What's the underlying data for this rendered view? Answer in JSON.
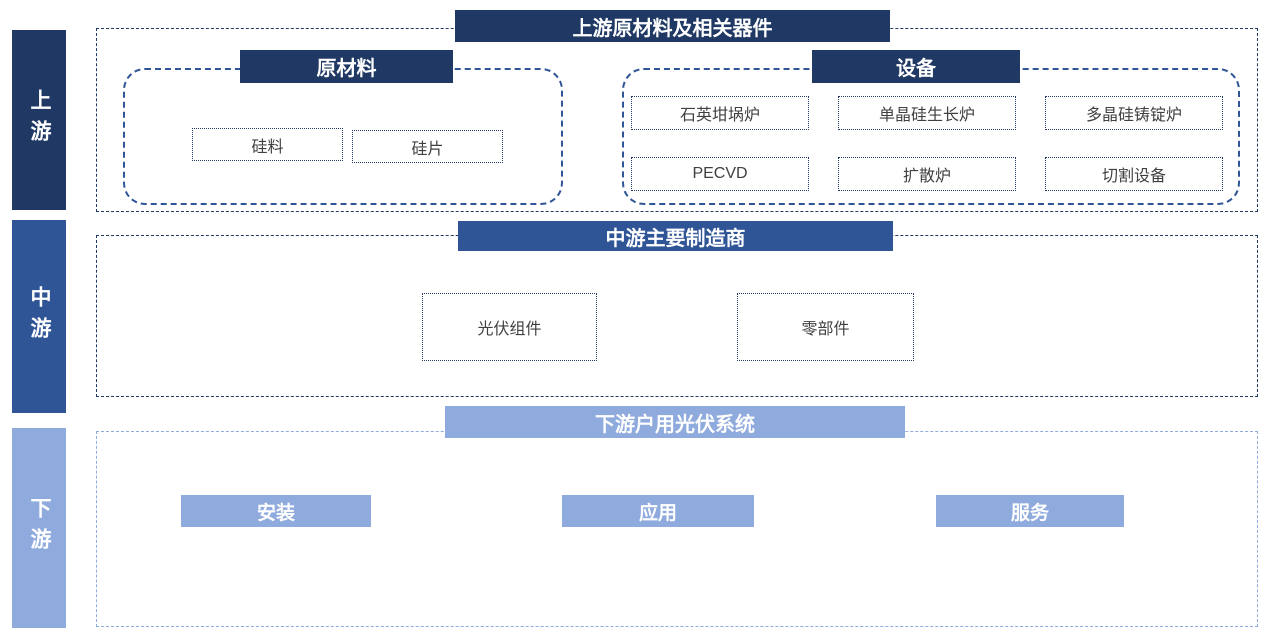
{
  "colors": {
    "dark_navy": "#1F3864",
    "mid_blue": "#2F5597",
    "light_blue": "#8FAADC",
    "item_text": "#404040"
  },
  "rail": {
    "upstream": "上游",
    "midstream": "中游",
    "downstream": "下游"
  },
  "upstream": {
    "title": "上游原材料及相关器件",
    "groups": [
      {
        "title": "原材料",
        "items": [
          "硅料",
          "硅片"
        ]
      },
      {
        "title": "设备",
        "items": [
          "石英坩埚炉",
          "单晶硅生长炉",
          "多晶硅铸锭炉",
          "PECVD",
          "扩散炉",
          "切割设备"
        ]
      }
    ]
  },
  "midstream": {
    "title": "中游主要制造商",
    "items": [
      "光伏组件",
      "零部件"
    ]
  },
  "downstream": {
    "title": "下游户用光伏系统",
    "items": [
      "安装",
      "应用",
      "服务"
    ]
  }
}
